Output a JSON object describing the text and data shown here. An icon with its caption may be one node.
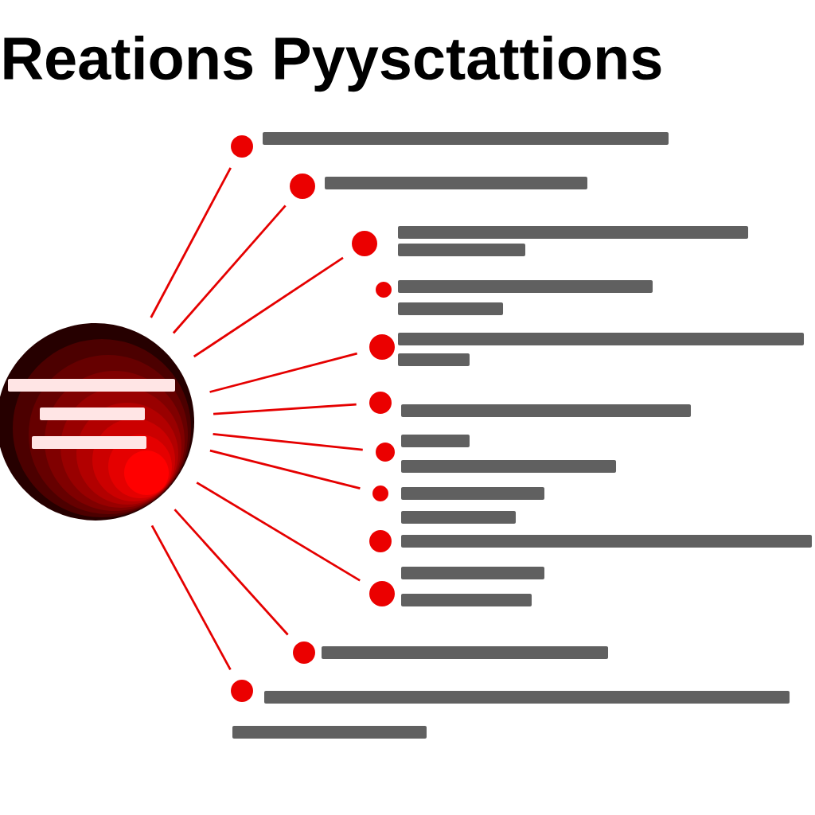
{
  "diagram": {
    "title": "Reations Pyysctattions",
    "nodes": [
      {
        "text": [],
        "shape": "circle"
      },
      {
        "text": [],
        "shape": "circle"
      },
      {
        "text": [],
        "shape": "circle"
      },
      {
        "text": [],
        "shape": "circle"
      },
      {
        "text": [],
        "shape": "circle"
      },
      {
        "text": [],
        "shape": "circle"
      },
      {
        "text": [],
        "shape": "circle"
      },
      {
        "text": [],
        "shape": "circle"
      },
      {
        "text": [],
        "shape": "circle"
      },
      {
        "text": [],
        "shape": "circle"
      },
      {
        "text": [],
        "shape": "circle"
      },
      {
        "text": [],
        "shape": "circle"
      },
      {
        "text": [],
        "shape": "circle"
      }
    ],
    "edges": [
      {
        "from": 0,
        "to": 1,
        "arrow": "none"
      },
      {
        "from": 0,
        "to": 2,
        "arrow": "none"
      },
      {
        "from": 0,
        "to": 3,
        "arrow": "none"
      },
      {
        "from": 0,
        "to": 5,
        "arrow": "none"
      },
      {
        "from": 0,
        "to": 6,
        "arrow": "none"
      },
      {
        "from": 0,
        "to": 7,
        "arrow": "none"
      },
      {
        "from": 0,
        "to": 8,
        "arrow": "none"
      },
      {
        "from": 0,
        "to": 10,
        "arrow": "none"
      },
      {
        "from": 0,
        "to": 11,
        "arrow": "none"
      },
      {
        "from": 0,
        "to": 12,
        "arrow": "none"
      }
    ]
  }
}
